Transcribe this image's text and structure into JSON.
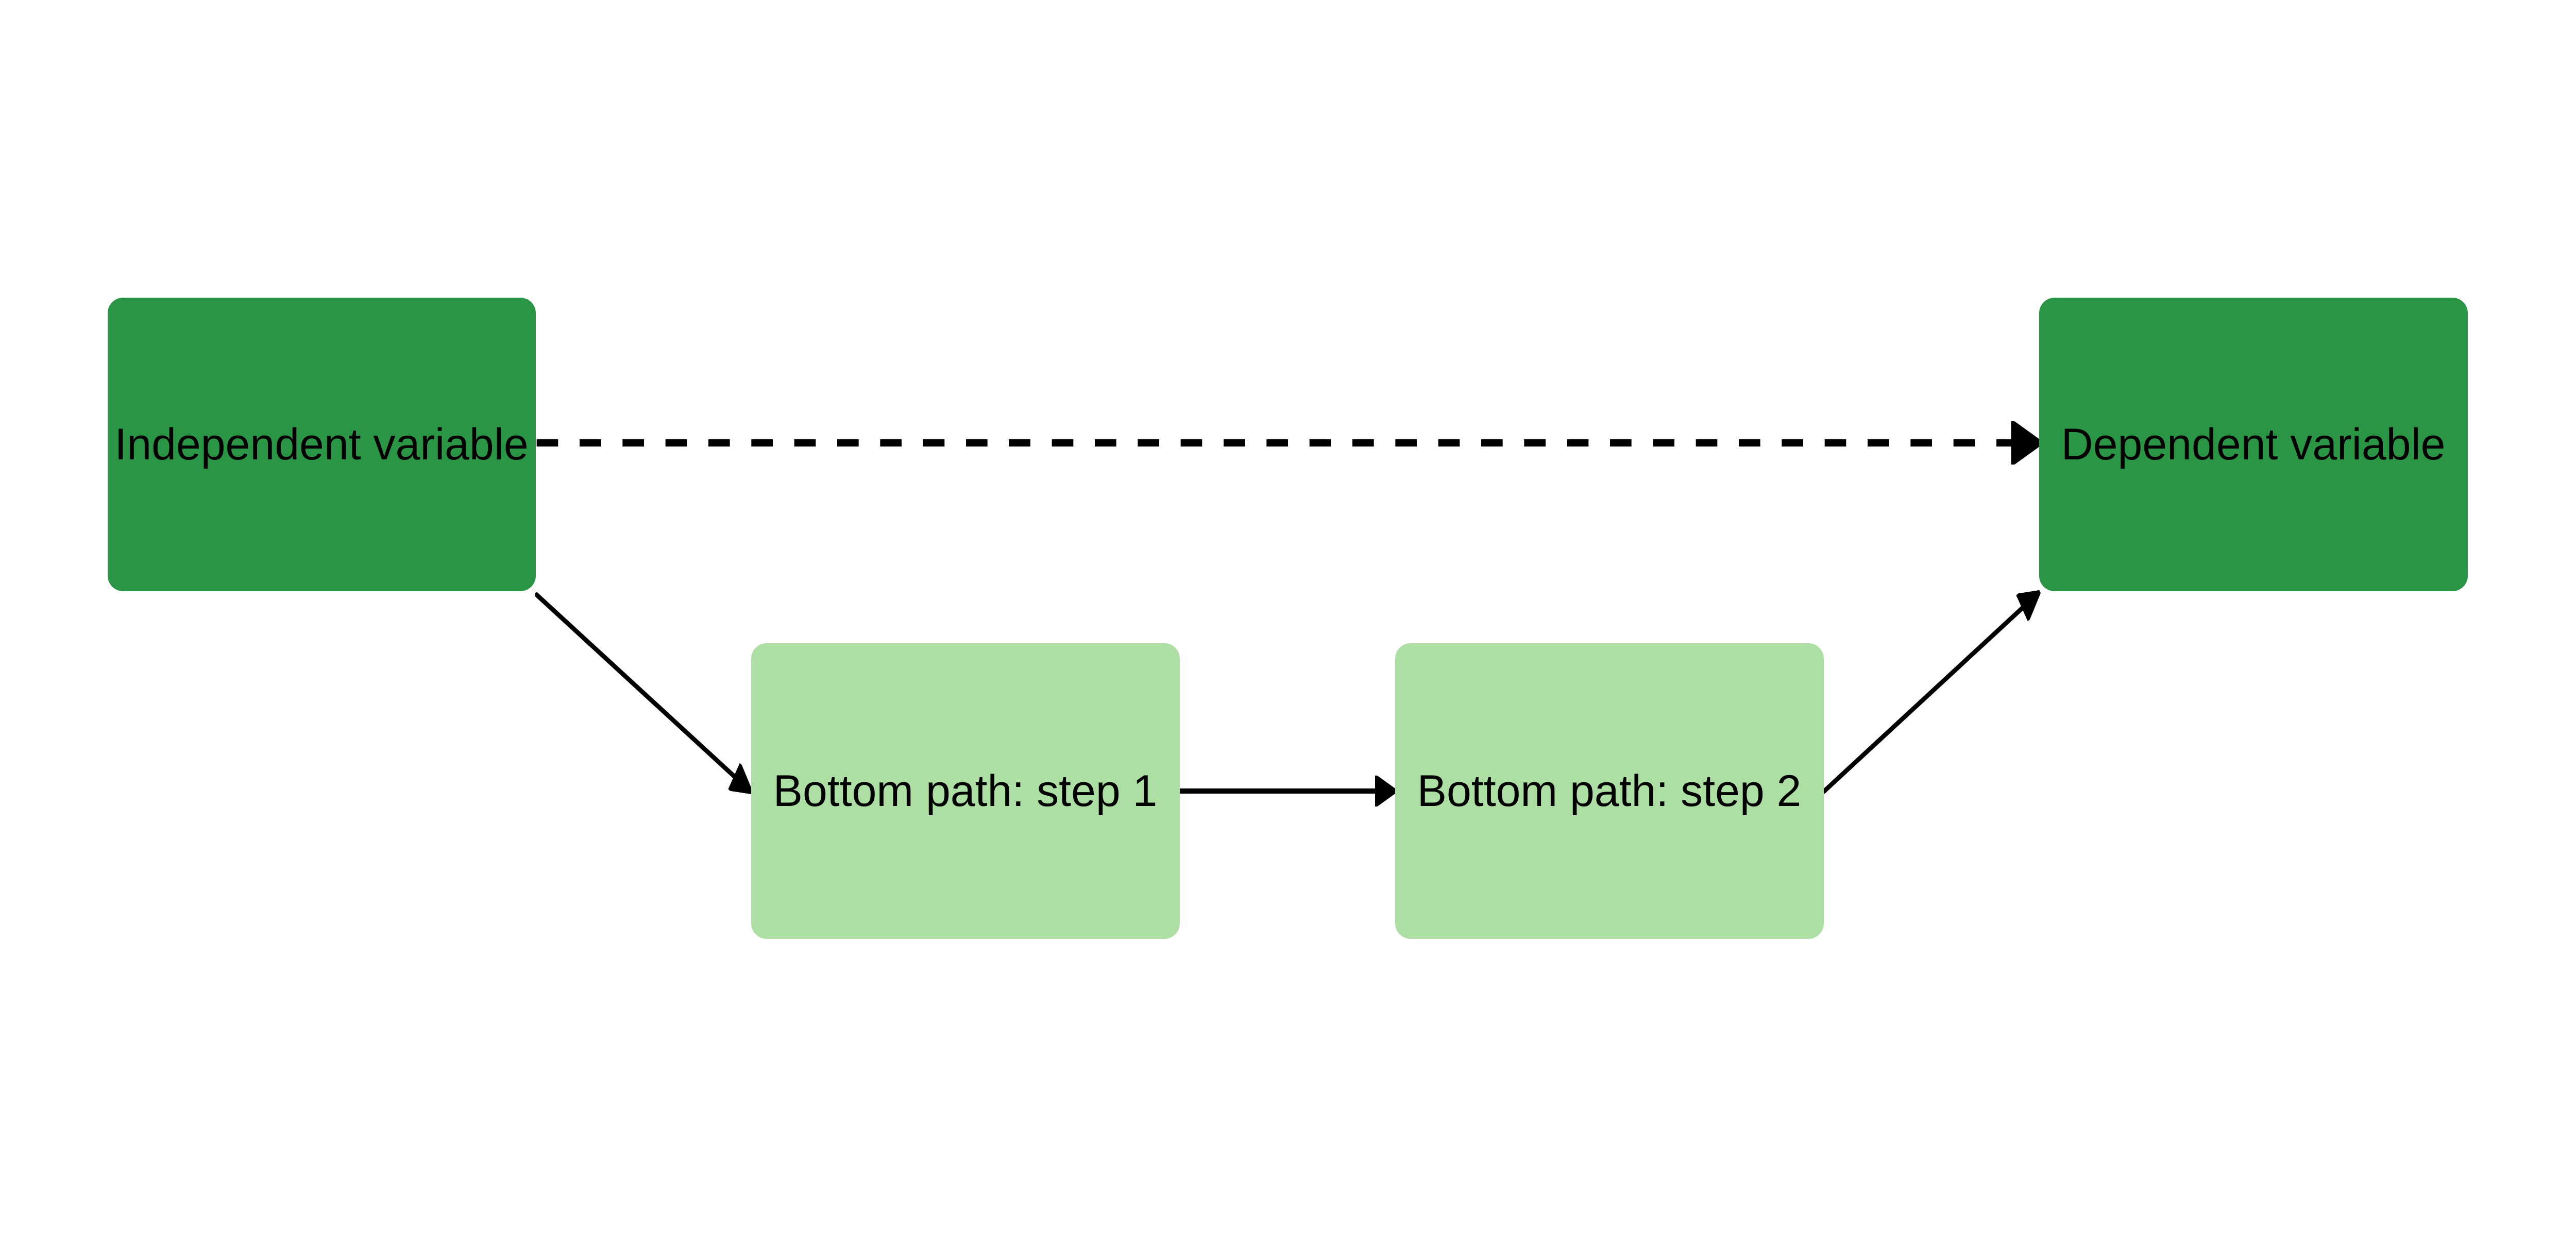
{
  "nodes": {
    "independent": "Independent variable",
    "step1": "Bottom path: step 1",
    "step2": "Bottom path: step 2",
    "dependent": "Dependent variable"
  },
  "edges": [
    {
      "from": "independent",
      "to": "dependent",
      "style": "dashed"
    },
    {
      "from": "independent",
      "to": "step1",
      "style": "solid"
    },
    {
      "from": "step1",
      "to": "step2",
      "style": "solid"
    },
    {
      "from": "step2",
      "to": "dependent",
      "style": "solid"
    }
  ],
  "colors": {
    "primary": "#2a9645",
    "secondary": "#addfa4",
    "edge": "#000000"
  }
}
